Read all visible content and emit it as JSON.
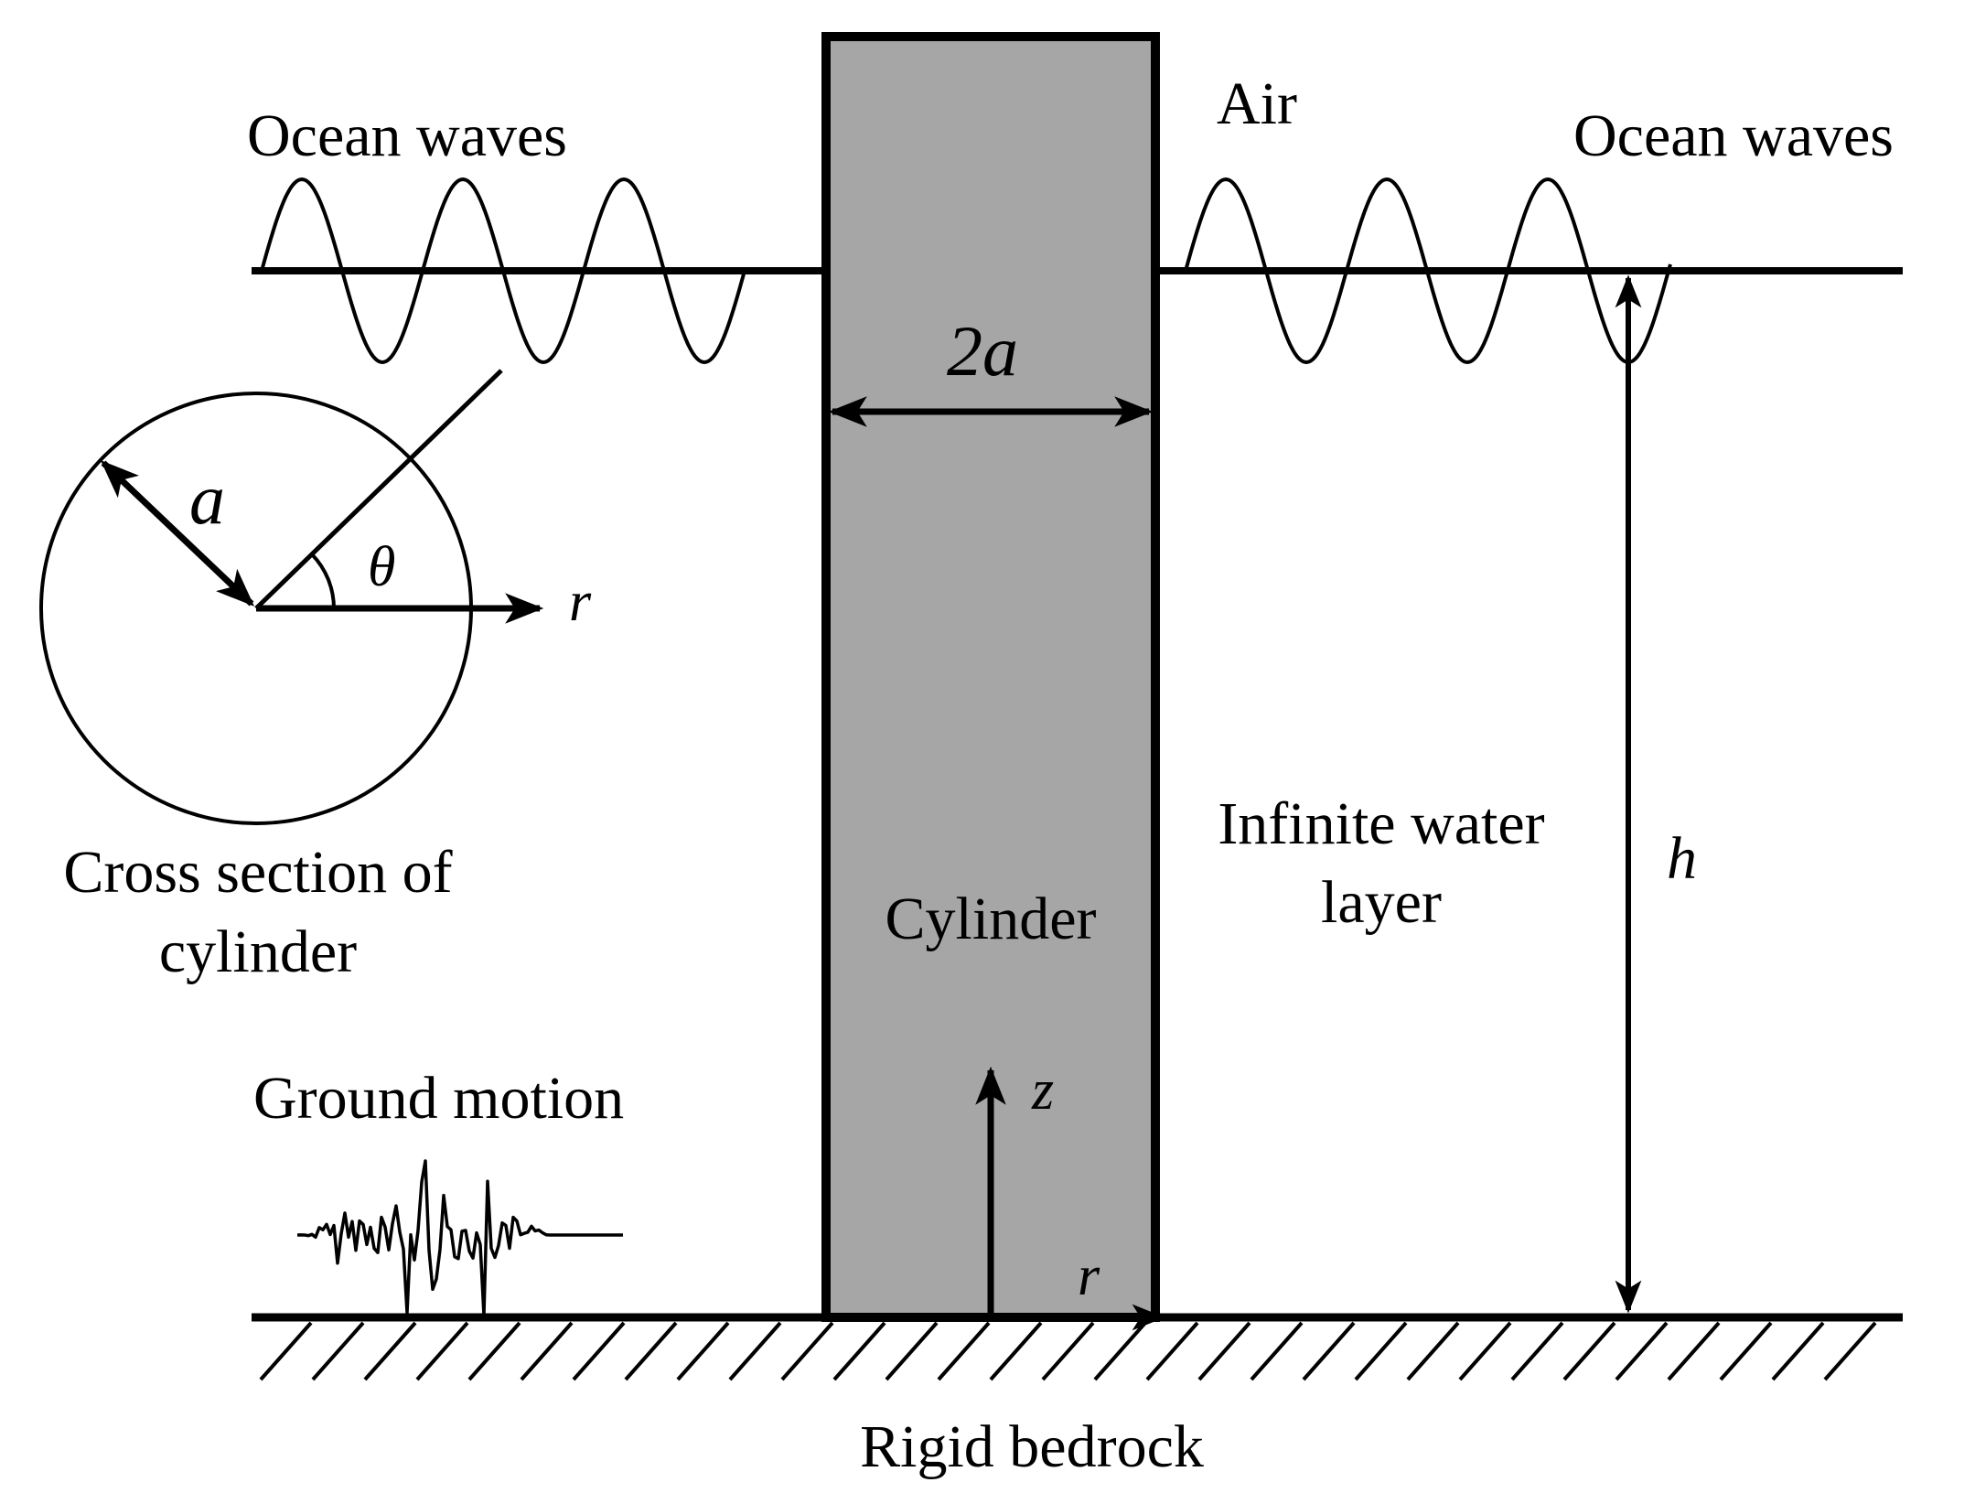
{
  "labels": {
    "ocean_waves_left": "Ocean waves",
    "ocean_waves_right": "Ocean waves",
    "air": "Air",
    "width_label": "2a",
    "radius_label": "a",
    "theta_label": "θ",
    "r_label_circle": "r",
    "cross_section_line1": "Cross section of",
    "cross_section_line2": "cylinder",
    "cylinder": "Cylinder",
    "water_line1": "Infinite water",
    "water_line2": "layer",
    "height_label": "h",
    "ground_motion": "Ground motion",
    "z_label": "z",
    "r_label_base": "r",
    "bedrock": "Rigid bedrock"
  },
  "colors": {
    "line": "#000000",
    "cylinder_fill": "#a6a6a6",
    "background": "#ffffff"
  }
}
